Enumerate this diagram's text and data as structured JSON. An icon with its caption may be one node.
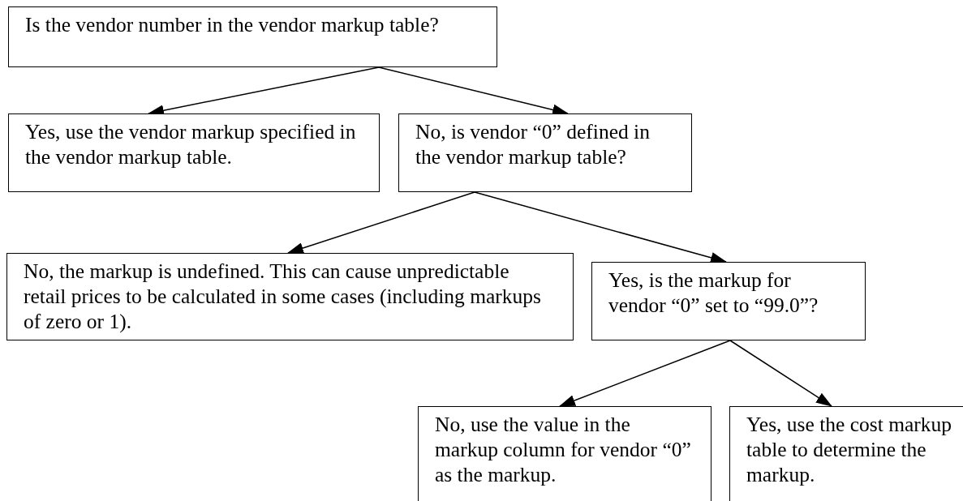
{
  "diagram": {
    "nodes": [
      {
        "text": [
          "Is the vendor number in the vendor markup table?"
        ]
      },
      {
        "text": [
          "Yes, use the vendor markup specified in the vendor markup table."
        ]
      },
      {
        "text": [
          "No, is vendor “0” defined in the vendor markup table?"
        ]
      },
      {
        "text": [
          "No, the markup is undefined. This can cause unpredictable retail prices to be calculated in some cases (including markups of zero or 1)."
        ]
      },
      {
        "text": [
          "Yes, is the markup for vendor “0” set to “99.0”?"
        ]
      },
      {
        "text": [
          "No, use the value in the markup column for vendor “0” as the markup."
        ]
      },
      {
        "text": [
          "Yes, use the cost markup table to determine the markup."
        ]
      }
    ],
    "edges": [
      {
        "from": 0,
        "to": 1,
        "arrow": "to"
      },
      {
        "from": 0,
        "to": 2,
        "arrow": "to"
      },
      {
        "from": 2,
        "to": 3,
        "arrow": "to"
      },
      {
        "from": 2,
        "to": 4,
        "arrow": "to"
      },
      {
        "from": 4,
        "to": 5,
        "arrow": "to"
      },
      {
        "from": 4,
        "to": 6,
        "arrow": "to"
      }
    ]
  }
}
